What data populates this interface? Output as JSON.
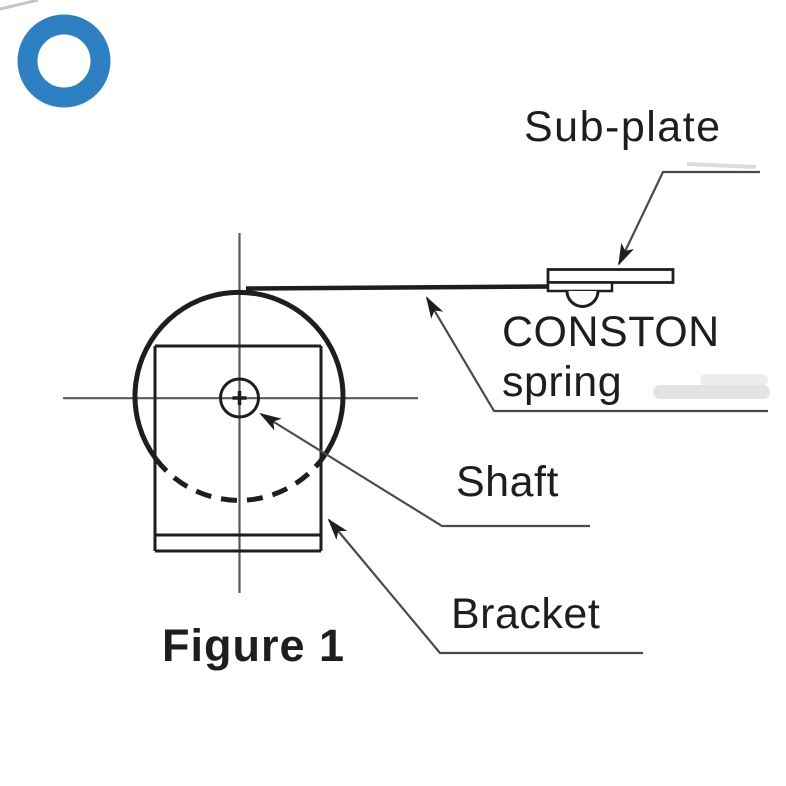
{
  "figure": {
    "caption": "Figure 1",
    "labels": {
      "sub_plate": "Sub-plate",
      "spring_line1": "CONSTON",
      "spring_line2": "spring",
      "shaft": "Shaft",
      "bracket": "Bracket"
    },
    "colors": {
      "ring_blue": "#2f80c3",
      "ink": "#1e1e1e",
      "leader_gray": "#4a4a4a",
      "centerline_gray": "#5a5a5a"
    },
    "icons": {
      "bullet": "blue-ring-icon"
    }
  }
}
